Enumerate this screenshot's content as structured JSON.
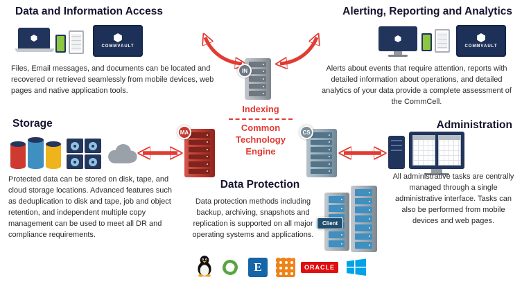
{
  "sections": {
    "data_access": {
      "title": "Data and Information Access",
      "body": "Files, Email messages, and documents can be located and recovered or retrieved seamlessly from mobile devices, web pages and native application tools."
    },
    "alerting": {
      "title": "Alerting, Reporting and Analytics",
      "body": "Alerts about events that require attention, reports with detailed information about operations, and detailed analytics of your data provide a complete assessment of the CommCell."
    },
    "storage": {
      "title": "Storage",
      "body": "Protected data can be stored on disk, tape, and cloud storage locations. Advanced features such as deduplication to disk and tape, job and object retention, and independent multiple copy management can be used to meet all DR and compliance requirements."
    },
    "administration": {
      "title": "Administration",
      "body": "All administrative tasks are centrally managed through a single administrative interface. Tasks can also be performed from mobile devices and web pages."
    },
    "data_protection": {
      "title": "Data Protection",
      "body": "Data protection methods including backup, archiving, snapshots and replication is supported on all major operating systems and applications."
    }
  },
  "engine": {
    "indexing_label": "Indexing",
    "name": "Common Technology Engine"
  },
  "nodes": {
    "indexing": "IN",
    "media_agent": "MA",
    "commserve": "CS",
    "client": "Client"
  },
  "branding": {
    "screen_label": "COMMVAULT"
  },
  "logos": {
    "oracle_text": "ORACLE",
    "exchange_letter": "E",
    "names": [
      "linux-tux",
      "green-platform",
      "microsoft-exchange",
      "orange-platform",
      "oracle",
      "windows"
    ]
  },
  "colors": {
    "accent_red": "#e23b33",
    "heading": "#15142e",
    "navy_tile": "#1d3058"
  }
}
